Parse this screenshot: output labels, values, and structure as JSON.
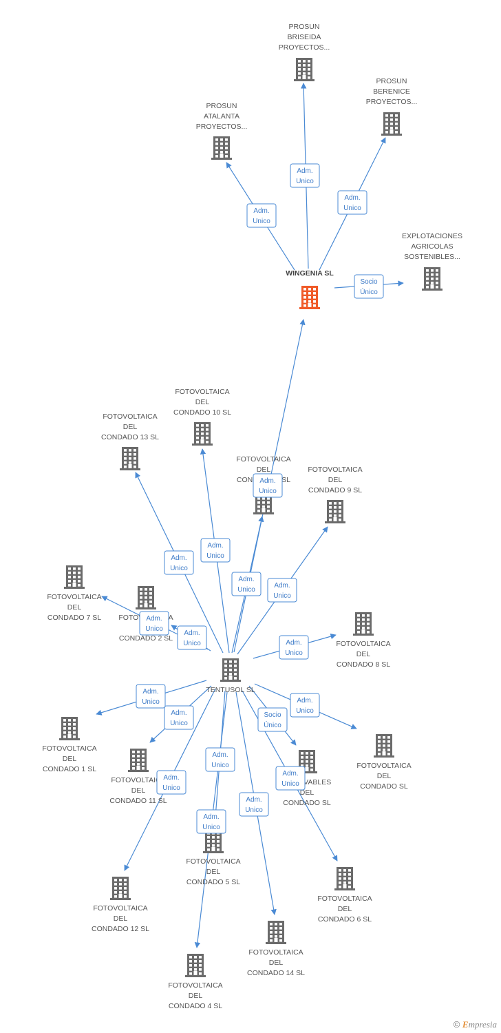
{
  "colors": {
    "edge": "#4a8ad4",
    "building": "#6b6b6b",
    "building_main": "#f05a28"
  },
  "nodes": [
    {
      "id": "wingenia",
      "label": [
        "WINGENIA SL"
      ],
      "main": true
    },
    {
      "id": "briseida",
      "label": [
        "PROSUN",
        "BRISEIDA",
        "PROYECTOS..."
      ]
    },
    {
      "id": "berenice",
      "label": [
        "PROSUN",
        "BERENICE",
        "PROYECTOS..."
      ]
    },
    {
      "id": "atalanta",
      "label": [
        "PROSUN",
        "ATALANTA",
        "PROYECTOS..."
      ]
    },
    {
      "id": "explotaciones",
      "label": [
        "EXPLOTACIONES",
        "AGRICOLAS",
        "SOSTENIBLES..."
      ]
    },
    {
      "id": "tentusol",
      "label": [
        "TENTUSOL SL"
      ]
    },
    {
      "id": "c10",
      "label": [
        "FOTOVOLTAICA",
        "DEL",
        "CONDADO 10 SL"
      ]
    },
    {
      "id": "c13",
      "label": [
        "FOTOVOLTAICA",
        "DEL",
        "CONDADO 13 SL"
      ]
    },
    {
      "id": "c3",
      "label": [
        "FOTOVOLTAICA",
        "DEL",
        "CONDADO 3 SL"
      ]
    },
    {
      "id": "c9",
      "label": [
        "FOTOVOLTAICA",
        "DEL",
        "CONDADO 9 SL"
      ]
    },
    {
      "id": "c7",
      "label": [
        "FOTOVOLTAICA",
        "DEL",
        "CONDADO 7 SL"
      ]
    },
    {
      "id": "c2",
      "label": [
        "FOTOVOLTAICA",
        "DEL",
        "CONDADO 2 SL"
      ]
    },
    {
      "id": "c8",
      "label": [
        "FOTOVOLTAICA",
        "DEL",
        "CONDADO 8 SL"
      ]
    },
    {
      "id": "c1",
      "label": [
        "FOTOVOLTAICA",
        "DEL",
        "CONDADO 1 SL"
      ]
    },
    {
      "id": "c11",
      "label": [
        "FOTOVOLTAICA",
        "DEL",
        "CONDADO 11 SL"
      ]
    },
    {
      "id": "renovables",
      "label": [
        "RENOVABLES",
        "DEL",
        "CONDADO SL"
      ]
    },
    {
      "id": "csl",
      "label": [
        "FOTOVOLTAICA",
        "DEL",
        "CONDADO SL"
      ]
    },
    {
      "id": "c5",
      "label": [
        "FOTOVOLTAICA",
        "DEL",
        "CONDADO 5 SL"
      ]
    },
    {
      "id": "c12",
      "label": [
        "FOTOVOLTAICA",
        "DEL",
        "CONDADO 12 SL"
      ]
    },
    {
      "id": "c6",
      "label": [
        "FOTOVOLTAICA",
        "DEL",
        "CONDADO 6 SL"
      ]
    },
    {
      "id": "c14",
      "label": [
        "FOTOVOLTAICA",
        "DEL",
        "CONDADO 14 SL"
      ]
    },
    {
      "id": "c4",
      "label": [
        "FOTOVOLTAICA",
        "DEL",
        "CONDADO 4 SL"
      ]
    }
  ],
  "edges": [
    {
      "id": "w-briseida",
      "label": [
        "Adm.",
        "Unico"
      ]
    },
    {
      "id": "w-berenice",
      "label": [
        "Adm.",
        "Unico"
      ]
    },
    {
      "id": "w-atalanta",
      "label": [
        "Adm.",
        "Unico"
      ]
    },
    {
      "id": "w-explotaciones",
      "label": [
        "Socio",
        "Único"
      ]
    },
    {
      "id": "t-wingenia",
      "label": [
        "Adm.",
        "Unico"
      ]
    },
    {
      "id": "t-c10",
      "label": [
        "Adm.",
        "Unico"
      ]
    },
    {
      "id": "t-c13",
      "label": [
        "Adm.",
        "Unico"
      ]
    },
    {
      "id": "t-c3",
      "label": [
        "Adm.",
        "Unico"
      ]
    },
    {
      "id": "t-c9",
      "label": [
        "Adm.",
        "Unico"
      ]
    },
    {
      "id": "t-c7",
      "label": [
        "Adm.",
        "Unico"
      ]
    },
    {
      "id": "t-c2",
      "label": [
        "Adm.",
        "Unico"
      ]
    },
    {
      "id": "t-c8",
      "label": [
        "Adm.",
        "Unico"
      ]
    },
    {
      "id": "t-c1",
      "label": [
        "Adm.",
        "Unico"
      ]
    },
    {
      "id": "t-c11",
      "label": [
        "Adm.",
        "Unico"
      ]
    },
    {
      "id": "t-renovables",
      "label": [
        "Socio",
        "Único"
      ]
    },
    {
      "id": "t-csl",
      "label": [
        "Adm.",
        "Unico"
      ]
    },
    {
      "id": "t-c12",
      "label": [
        "Adm.",
        "Unico"
      ]
    },
    {
      "id": "t-c5",
      "label": [
        "Adm.",
        "Unico"
      ]
    },
    {
      "id": "t-c4",
      "label": [
        "Adm.",
        "Unico"
      ]
    },
    {
      "id": "t-c14",
      "label": [
        "Adm.",
        "Unico"
      ]
    },
    {
      "id": "t-c6",
      "label": [
        "Adm.",
        "Unico"
      ]
    }
  ],
  "copyright": {
    "symbol": "©",
    "brand_initial": "E",
    "brand_rest": "mpresia"
  }
}
